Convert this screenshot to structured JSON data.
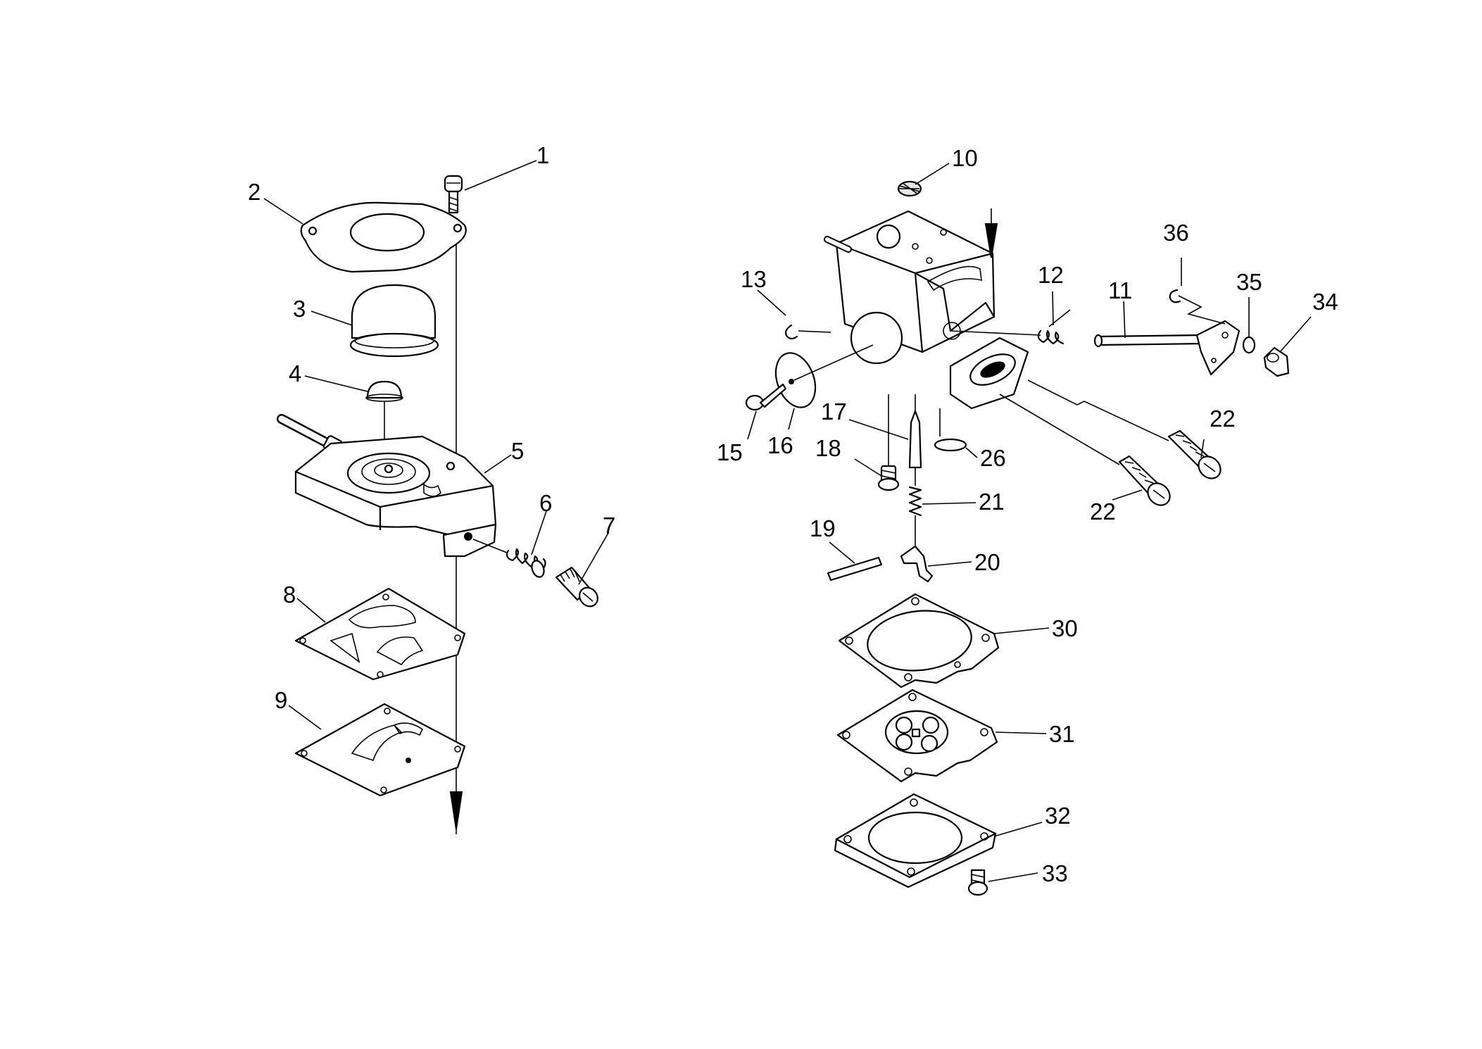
{
  "callouts": {
    "c1": "1",
    "c2": "2",
    "c3": "3",
    "c4": "4",
    "c5": "5",
    "c6": "6",
    "c7": "7",
    "c8": "8",
    "c9": "9",
    "c10": "10",
    "c11": "11",
    "c12": "12",
    "c13": "13",
    "c15": "15",
    "c16": "16",
    "c17": "17",
    "c18": "18",
    "c19": "19",
    "c20": "20",
    "c21": "21",
    "c22a": "22",
    "c22b": "22",
    "c26": "26",
    "c30": "30",
    "c31": "31",
    "c32": "32",
    "c33": "33",
    "c34": "34",
    "c35": "35",
    "c36": "36"
  }
}
